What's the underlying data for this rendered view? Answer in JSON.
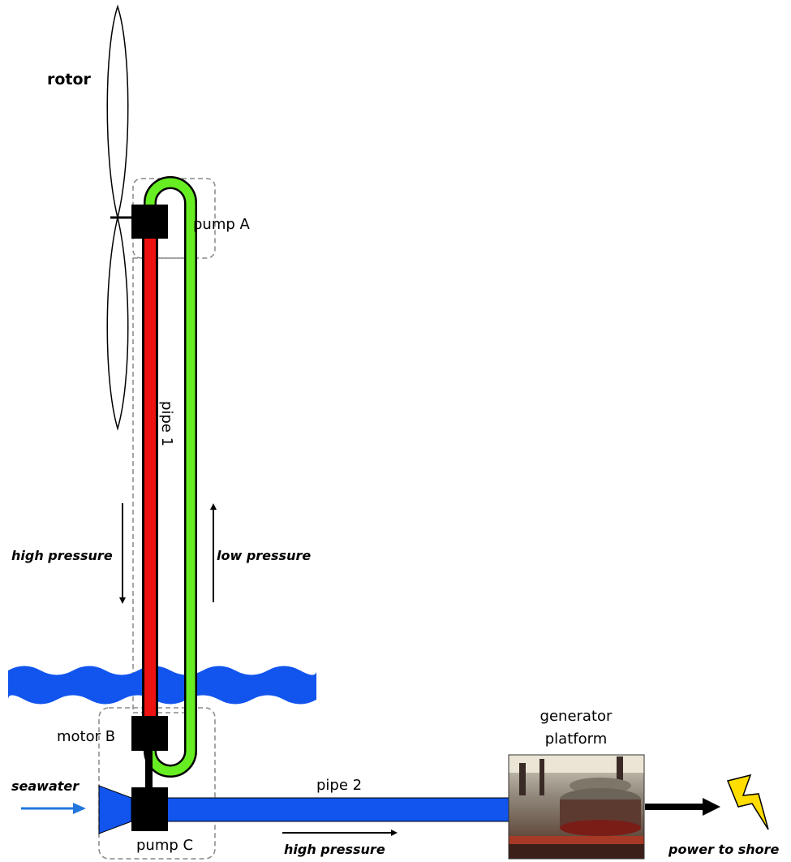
{
  "labels": {
    "rotor": "rotor",
    "pump_a": "pump A",
    "pipe_1": "pipe 1",
    "high_pressure_left": "high pressure",
    "low_pressure": "low pressure",
    "motor_b": "motor B",
    "pump_c": "pump C",
    "seawater": "seawater",
    "pipe_2": "pipe 2",
    "high_pressure_bottom": "high pressure",
    "generator_line1": "generator",
    "generator_line2": "platform",
    "power_to_shore": "power to shore"
  },
  "colors": {
    "high_pressure_pipe": "#ee1111",
    "low_pressure_pipe": "#66ee22",
    "pipe_2": "#1155ee",
    "water": "#1155ee",
    "seawater_arrow": "#2277dd",
    "lightning": "#ffdd00",
    "housing": "#000000"
  },
  "icons": {
    "generator_photo": "generator-platform-photo-icon",
    "lightning": "lightning-bolt-icon"
  }
}
